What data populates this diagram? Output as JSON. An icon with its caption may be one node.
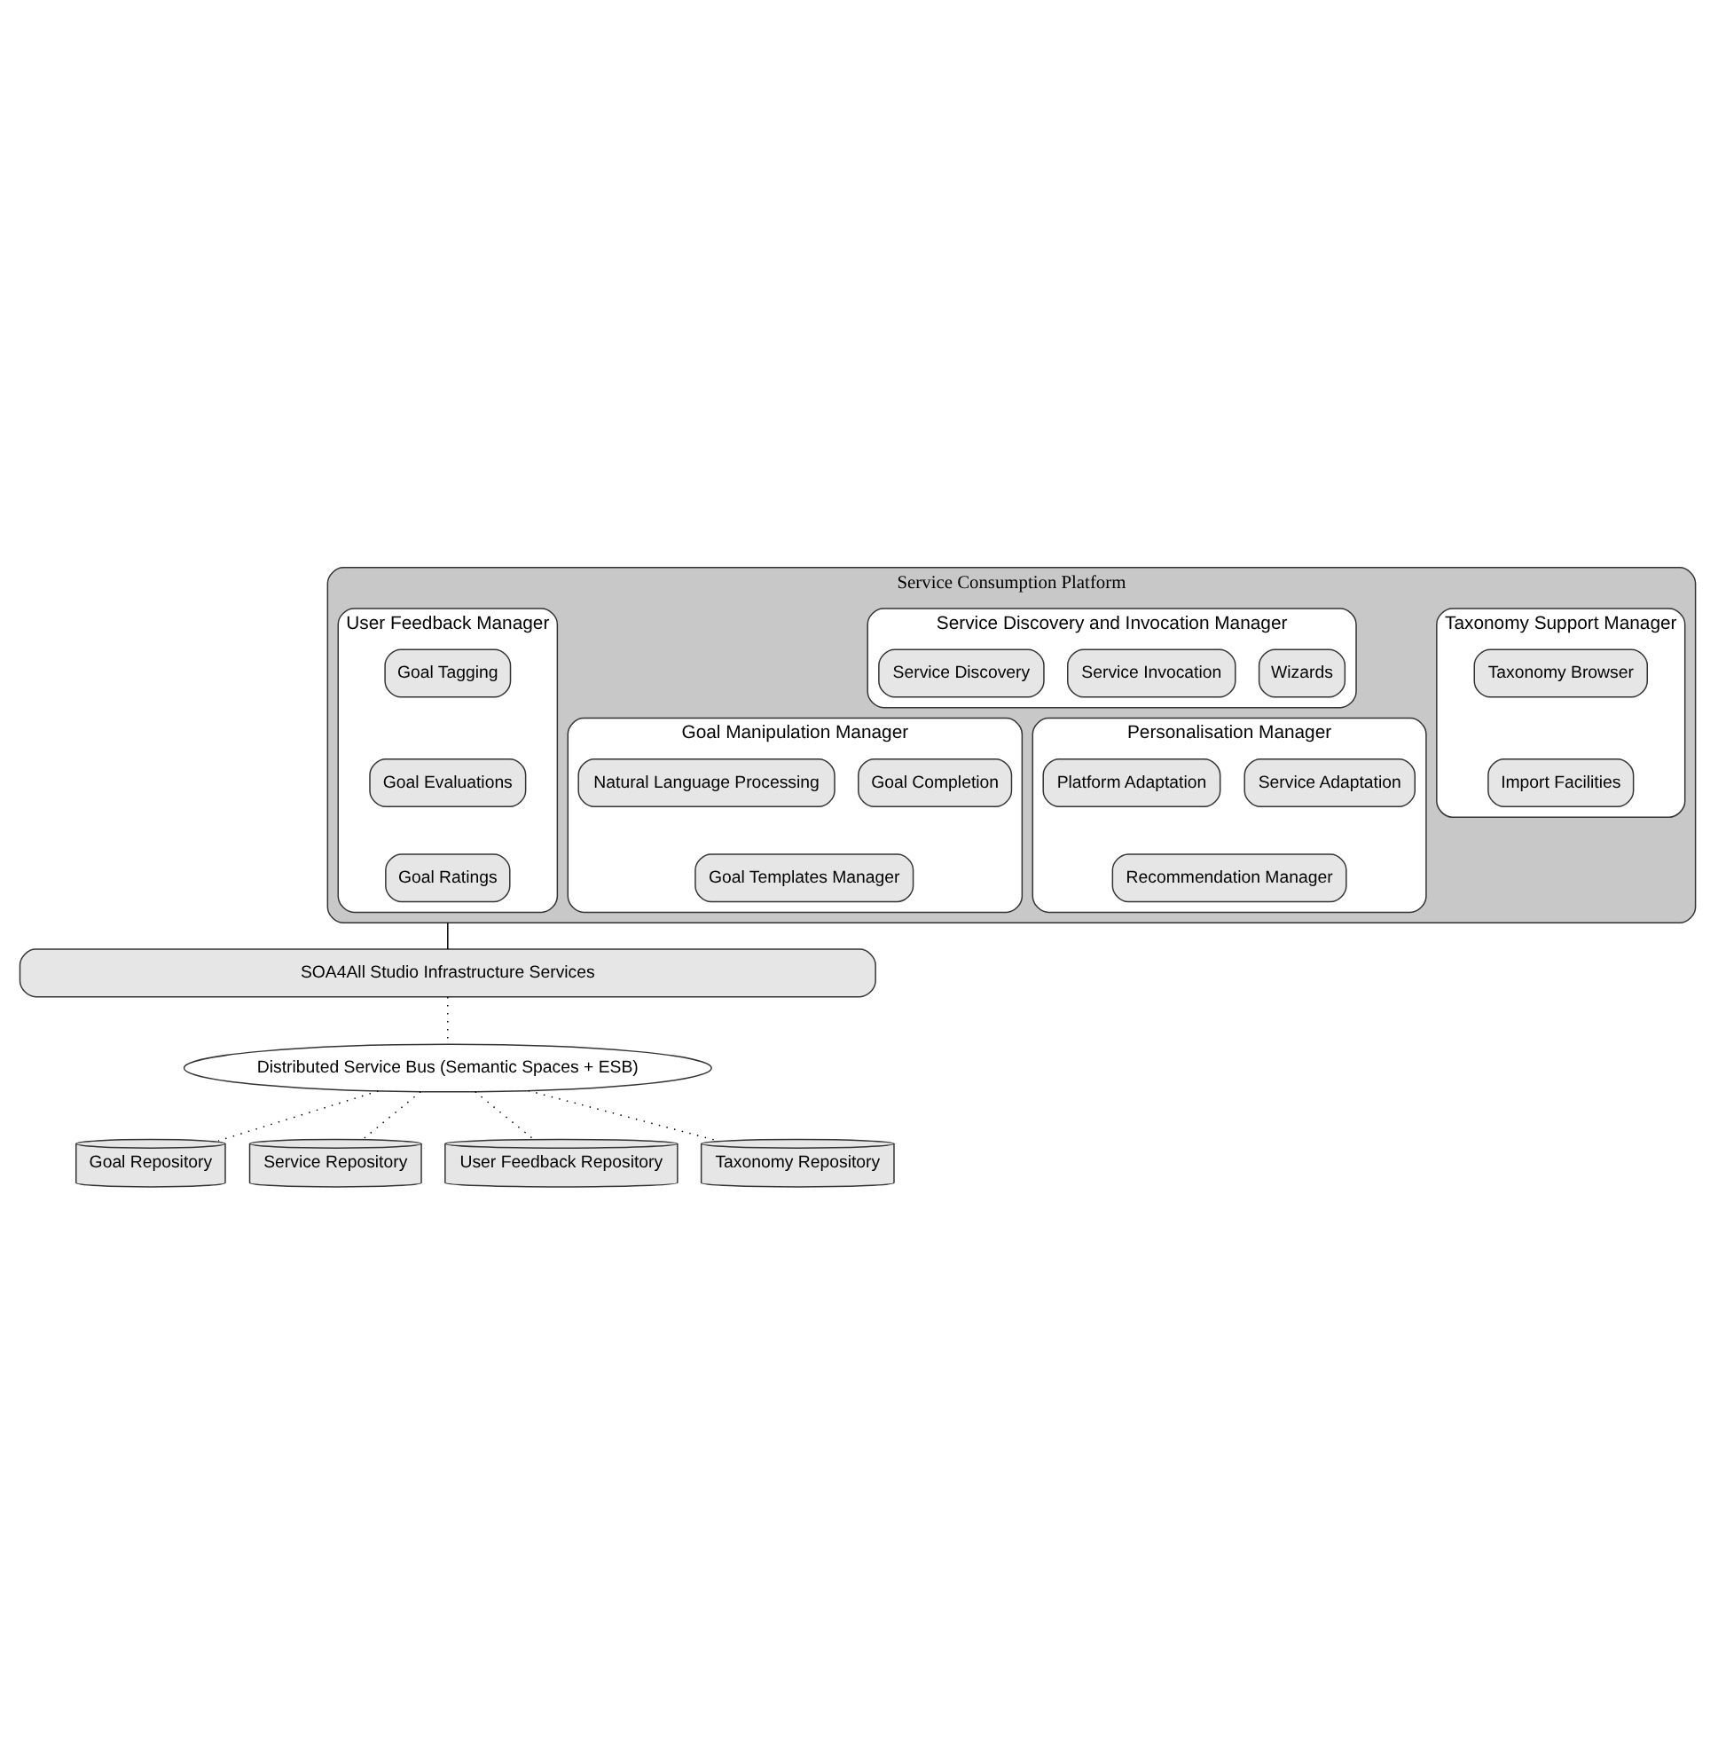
{
  "diagram": {
    "nodes": [
      {
        "text": [
          "Service Consumption Platform"
        ]
      },
      {
        "text": [
          "Taxonomy Support Manager"
        ],
        "in": 0
      },
      {
        "text": [
          "Taxonomy Browser"
        ],
        "in": 1
      },
      {
        "text": [
          "Import Facilities"
        ],
        "in": 1
      },
      {
        "text": [
          "Service Discovery and Invocation Manager"
        ],
        "in": 0
      },
      {
        "text": [
          "Service Discovery"
        ],
        "in": 4
      },
      {
        "text": [
          "Service Invocation"
        ],
        "in": 4
      },
      {
        "text": [
          "Wizards"
        ],
        "in": 4
      },
      {
        "text": [
          "Goal Manipulation Manager"
        ],
        "in": 0
      },
      {
        "text": [
          "Goal Completion"
        ],
        "in": 8
      },
      {
        "text": [
          "Natural Language Processing"
        ],
        "in": 8
      },
      {
        "text": [
          "Goal Templates Manager"
        ],
        "in": 8
      },
      {
        "text": [
          "Personalisation Manager"
        ],
        "in": 0
      },
      {
        "text": [
          "Service Adaptation"
        ],
        "in": 12
      },
      {
        "text": [
          "Platform Adaptation"
        ],
        "in": 12
      },
      {
        "text": [
          "Recommendation Manager"
        ],
        "in": 12
      },
      {
        "text": [
          "User Feedback Manager"
        ],
        "in": 0
      },
      {
        "text": [
          "Goal Tagging"
        ],
        "in": 16
      },
      {
        "text": [
          "Goal Evaluations"
        ],
        "in": 16
      },
      {
        "text": [
          "Goal Ratings"
        ],
        "in": 16
      },
      {
        "text": [
          "SOA4All Studio Infrastructure Services"
        ]
      },
      {
        "text": [
          "Distributed Service Bus (Semantic Spaces + ESB)"
        ]
      },
      {
        "text": [
          "Goal Repository"
        ]
      },
      {
        "text": [
          "Service Repository"
        ]
      },
      {
        "text": [
          "User Feedback Repository"
        ]
      },
      {
        "text": [
          "Taxonomy Repository"
        ]
      }
    ],
    "edges": [
      {
        "from": 0,
        "to": 20,
        "arrow": "none"
      },
      {
        "from": 20,
        "to": 21,
        "arrow": "none",
        "style": "dashed"
      },
      {
        "from": 21,
        "to": 22,
        "arrow": "none",
        "style": "dashed"
      },
      {
        "from": 21,
        "to": 23,
        "arrow": "none",
        "style": "dashed"
      },
      {
        "from": 21,
        "to": 24,
        "arrow": "none",
        "style": "dashed"
      },
      {
        "from": 21,
        "to": 25,
        "arrow": "none",
        "style": "dashed"
      }
    ]
  }
}
